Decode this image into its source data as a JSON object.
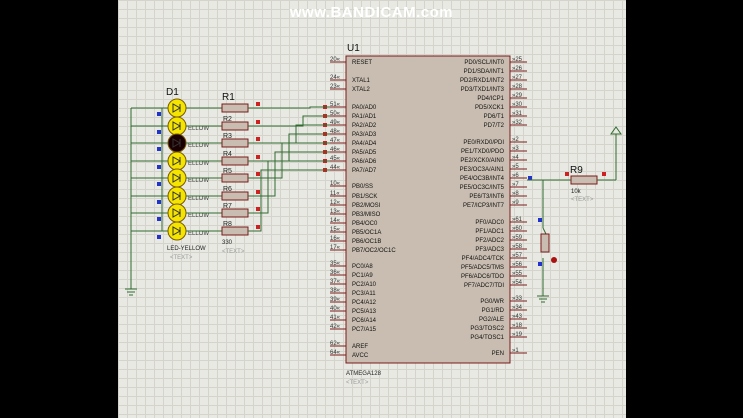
{
  "watermark": "www.BANDICAM.com",
  "mcu": {
    "ref": "U1",
    "part": "ATMEGA128",
    "text_tag": "<TEXT>",
    "left_pins": [
      {
        "num": "20",
        "name": "RESET"
      },
      {
        "num": "24",
        "name": "XTAL1"
      },
      {
        "num": "23",
        "name": "XTAL2"
      },
      {
        "num": "51",
        "name": "PA0/AD0"
      },
      {
        "num": "50",
        "name": "PA1/AD1"
      },
      {
        "num": "49",
        "name": "PA2/AD2"
      },
      {
        "num": "48",
        "name": "PA3/AD3"
      },
      {
        "num": "47",
        "name": "PA4/AD4"
      },
      {
        "num": "46",
        "name": "PA5/AD5"
      },
      {
        "num": "45",
        "name": "PA6/AD6"
      },
      {
        "num": "44",
        "name": "PA7/AD7"
      },
      {
        "num": "10",
        "name": "PB0/SS"
      },
      {
        "num": "11",
        "name": "PB1/SCK"
      },
      {
        "num": "12",
        "name": "PB2/MOSI"
      },
      {
        "num": "13",
        "name": "PB3/MISO"
      },
      {
        "num": "14",
        "name": "PB4/OC0"
      },
      {
        "num": "15",
        "name": "PB5/OC1A"
      },
      {
        "num": "16",
        "name": "PB6/OC1B"
      },
      {
        "num": "17",
        "name": "PB7/OC2/OC1C"
      },
      {
        "num": "35",
        "name": "PC0/A8"
      },
      {
        "num": "36",
        "name": "PC1/A9"
      },
      {
        "num": "37",
        "name": "PC2/A10"
      },
      {
        "num": "38",
        "name": "PC3/A11"
      },
      {
        "num": "39",
        "name": "PC4/A12"
      },
      {
        "num": "40",
        "name": "PC5/A13"
      },
      {
        "num": "41",
        "name": "PC6/A14"
      },
      {
        "num": "42",
        "name": "PC7/A15"
      },
      {
        "num": "62",
        "name": "AREF"
      },
      {
        "num": "64",
        "name": "AVCC"
      }
    ],
    "right_pins": [
      {
        "num": "25",
        "name": "PD0/SCL/INT0"
      },
      {
        "num": "26",
        "name": "PD1/SDA/INT1"
      },
      {
        "num": "27",
        "name": "PD2/RXD1/INT2"
      },
      {
        "num": "28",
        "name": "PD3/TXD1/INT3"
      },
      {
        "num": "29",
        "name": "PD4/ICP1"
      },
      {
        "num": "30",
        "name": "PD5/XCK1"
      },
      {
        "num": "31",
        "name": "PD6/T1"
      },
      {
        "num": "32",
        "name": "PD7/T2"
      },
      {
        "num": "2",
        "name": "PE0/RXD0/PDI"
      },
      {
        "num": "3",
        "name": "PE1/TXD0/PDO"
      },
      {
        "num": "4",
        "name": "PE2/XCK0/AIN0"
      },
      {
        "num": "5",
        "name": "PE3/OC3A/AIN1"
      },
      {
        "num": "6",
        "name": "PE4/OC3B/INT4"
      },
      {
        "num": "7",
        "name": "PE5/OC3C/INT5"
      },
      {
        "num": "8",
        "name": "PE6/T3/INT6"
      },
      {
        "num": "9",
        "name": "PE7/ICP3/INT7"
      },
      {
        "num": "61",
        "name": "PF0/ADC0"
      },
      {
        "num": "60",
        "name": "PF1/ADC1"
      },
      {
        "num": "59",
        "name": "PF2/ADC2"
      },
      {
        "num": "58",
        "name": "PF3/ADC3"
      },
      {
        "num": "57",
        "name": "PF4/ADC4/TCK"
      },
      {
        "num": "56",
        "name": "PF5/ADC5/TMS"
      },
      {
        "num": "55",
        "name": "PF6/ADC6/TDO"
      },
      {
        "num": "54",
        "name": "PF7/ADC7/TDI"
      },
      {
        "num": "33",
        "name": "PG0/WR"
      },
      {
        "num": "34",
        "name": "PG1/RD"
      },
      {
        "num": "43",
        "name": "PG2/ALE"
      },
      {
        "num": "18",
        "name": "PG3/TOSC2"
      },
      {
        "num": "19",
        "name": "PG4/TOSC1"
      },
      {
        "num": "1",
        "name": "PEN"
      }
    ]
  },
  "leds": {
    "ref": "D1",
    "part": "LED-YELLOW",
    "text_tag": "<TEXT>",
    "partial_label": "ELLOW",
    "states": [
      "on",
      "on",
      "off",
      "on",
      "on",
      "on",
      "on",
      "on"
    ],
    "on_color": "#f4e400",
    "off_color": "#1a0000"
  },
  "resistors": {
    "ref": "R1",
    "value": "330",
    "text_tag": "<TEXT>",
    "partial_labels": [
      "R2",
      "R3",
      "R4",
      "R5",
      "R6",
      "R7",
      "R8"
    ]
  },
  "r9": {
    "ref": "R9",
    "value": "10k",
    "text_tag": "<TEXT>"
  },
  "colors": {
    "wire": "#2f6b2f",
    "body": "#c8bdb0",
    "outline": "#7a1a1a",
    "pin_dot": "#cc2222",
    "blue_dot": "#2233cc"
  }
}
